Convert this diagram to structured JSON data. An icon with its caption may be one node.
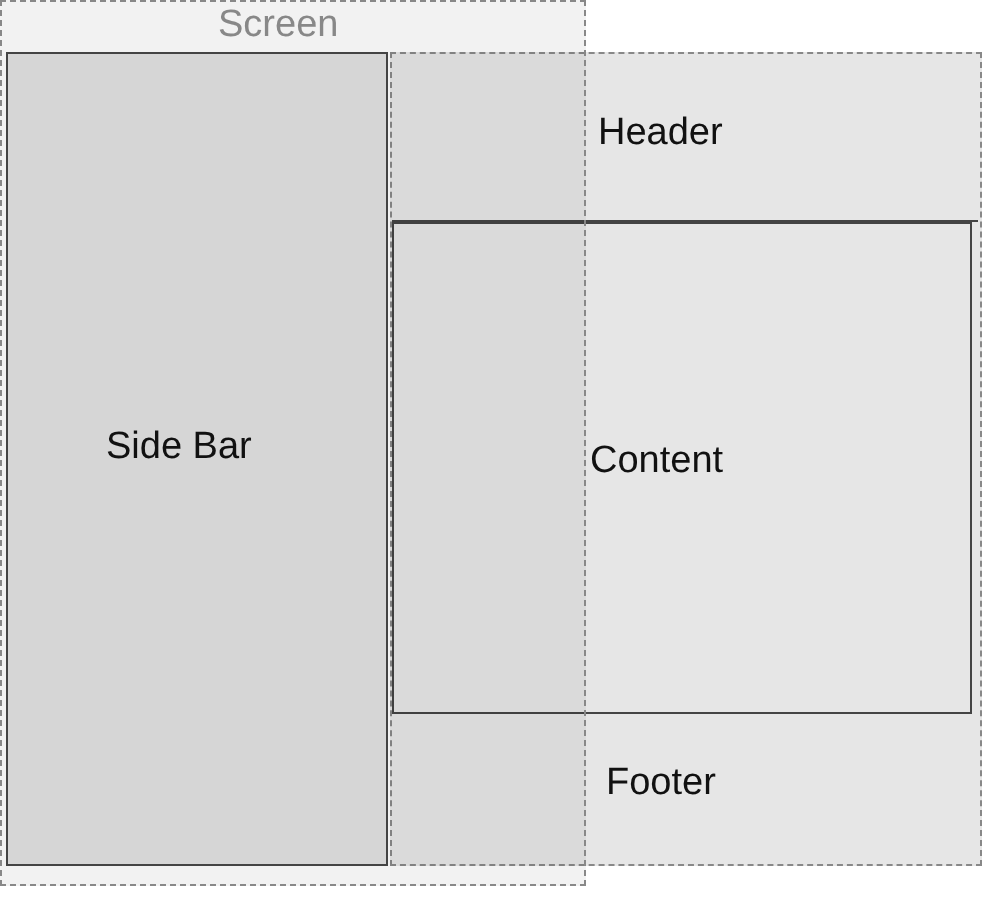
{
  "diagram": {
    "nodes": [
      {
        "text": [
          "Screen"
        ]
      },
      {
        "text": [
          "Side Bar"
        ],
        "in": 0
      },
      {
        "text": [],
        "shape": "box"
      },
      {
        "text": [
          "Header"
        ],
        "in": 2
      },
      {
        "text": [
          "Content"
        ],
        "in": 2
      },
      {
        "text": [
          "Footer"
        ],
        "in": 2
      }
    ]
  }
}
